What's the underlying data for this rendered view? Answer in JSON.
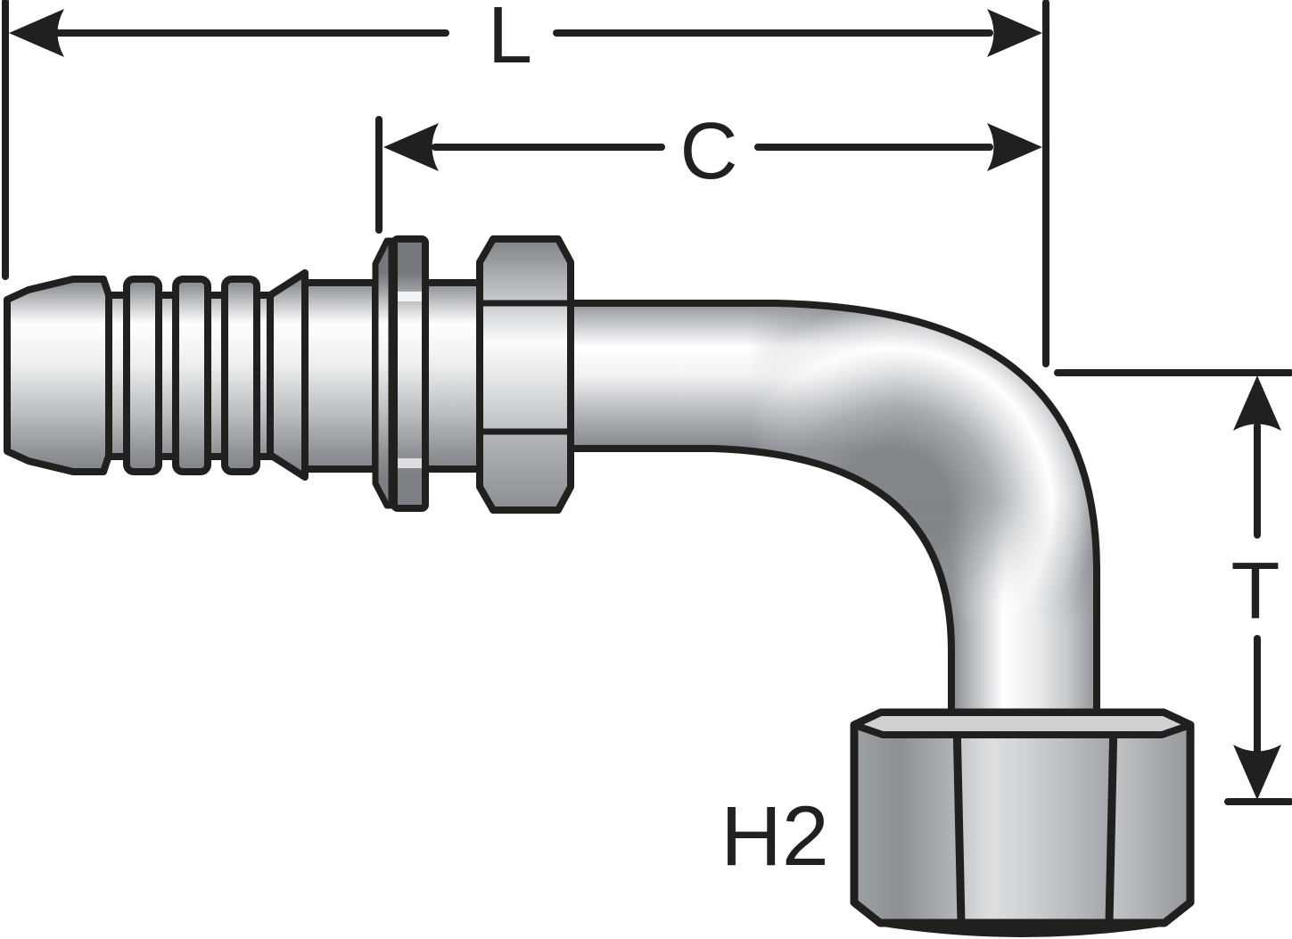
{
  "labels": {
    "length_dim": "L",
    "cutoff_dim": "C",
    "thread_dim": "T",
    "hex_size": "H2"
  },
  "colors": {
    "background": "#ffffff",
    "outline": "#221f1f",
    "metal_highlight": "#ffffff",
    "metal_shadow": "#7c8084",
    "nut_top_face": "#ced2d5"
  }
}
